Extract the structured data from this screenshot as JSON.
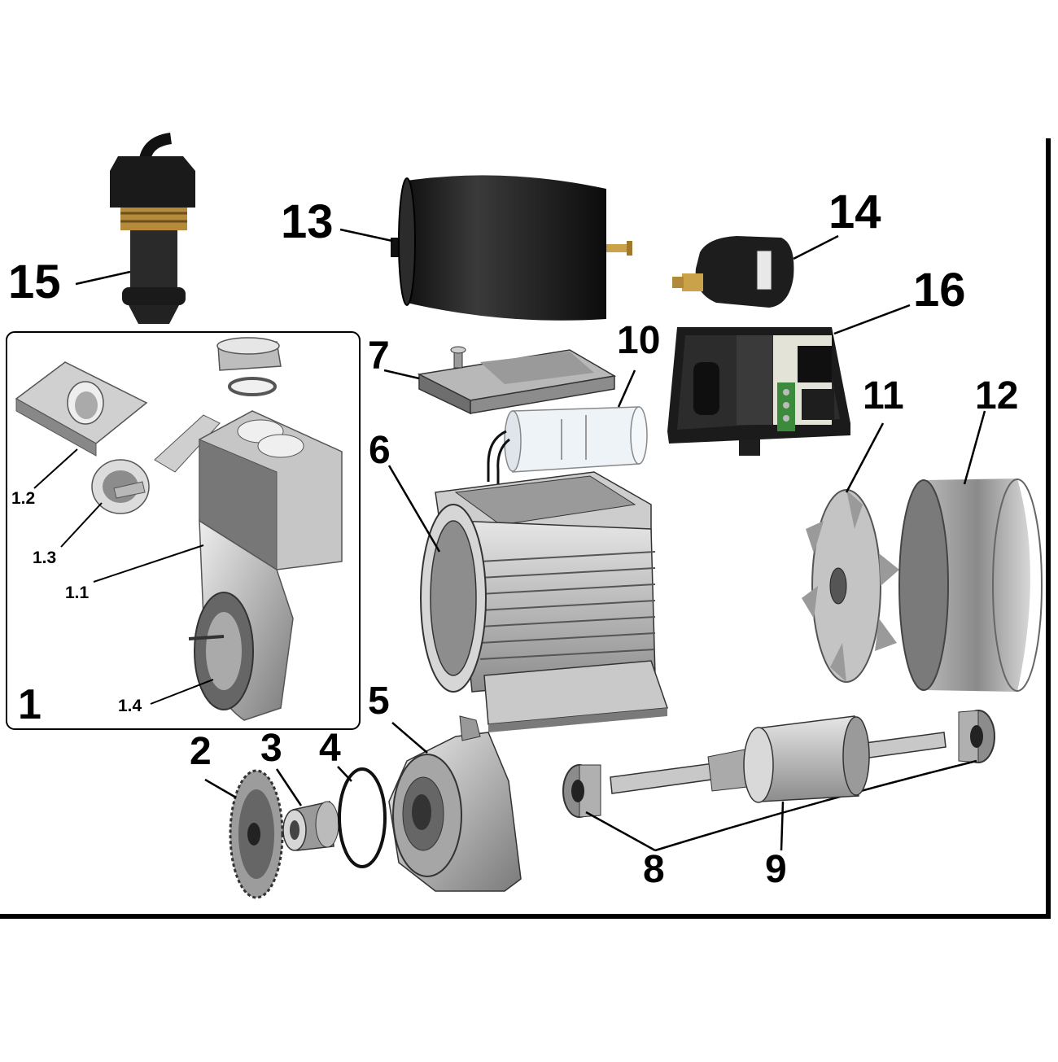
{
  "diagram": {
    "labels": {
      "p1": "1",
      "p1_1": "1.1",
      "p1_2": "1.2",
      "p1_3": "1.3",
      "p1_4": "1.4",
      "p2": "2",
      "p3": "3",
      "p4": "4",
      "p5": "5",
      "p6": "6",
      "p7": "7",
      "p8": "8",
      "p9": "9",
      "p10": "10",
      "p11": "11",
      "p12": "12",
      "p13": "13",
      "p14": "14",
      "p15": "15",
      "p16": "16"
    },
    "colors": {
      "line": "#000000",
      "metal_light": "#d9d9d9",
      "metal_mid": "#a6a6a6",
      "metal_dark": "#5a5a5a",
      "tank": "#1c1c1c",
      "brass": "#c9a24a",
      "capacitor": "#eef3f7",
      "terminal_green": "#3c8a3c"
    }
  }
}
